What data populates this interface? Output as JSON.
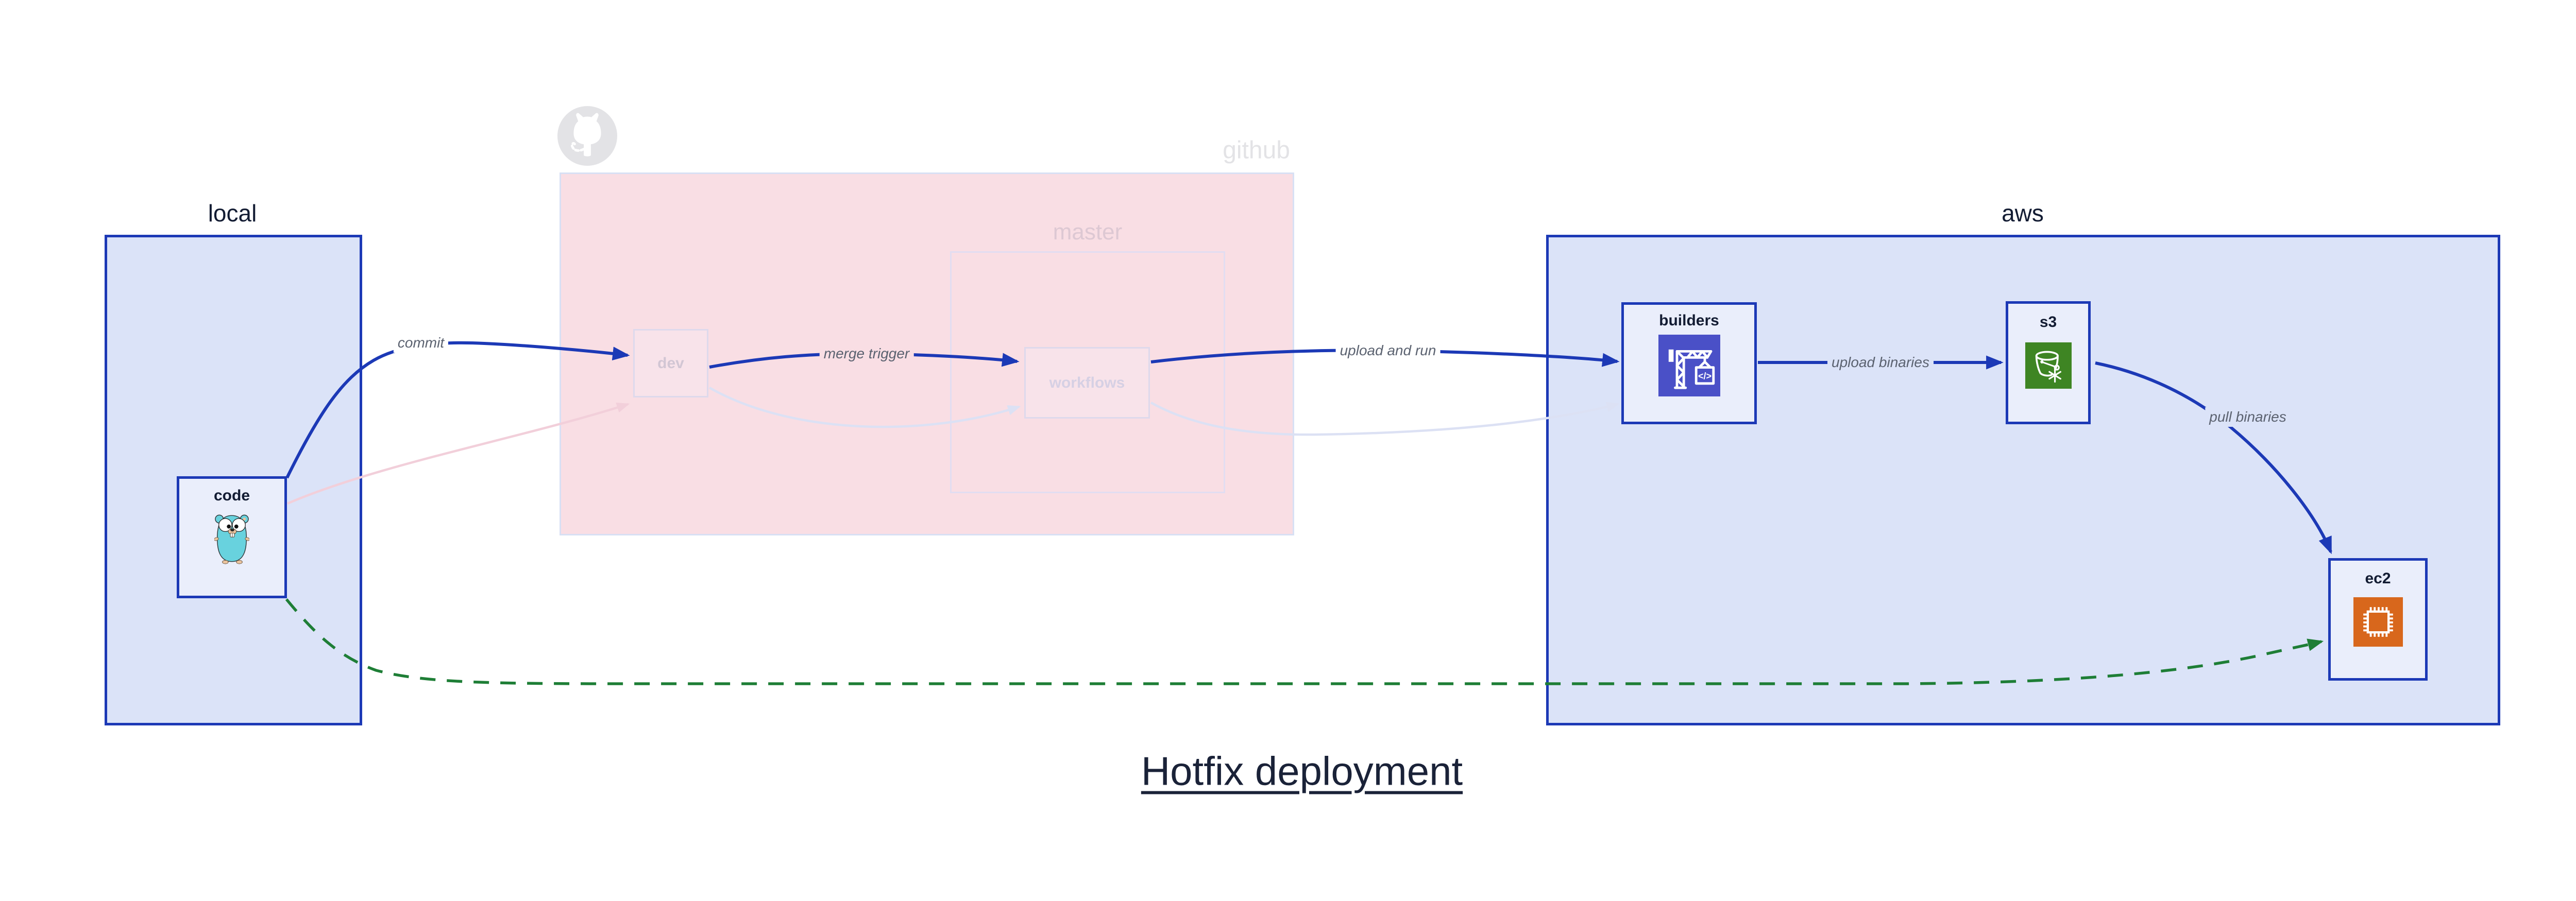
{
  "diagram": {
    "title": "Hotfix deployment"
  },
  "regions": {
    "local": {
      "label": "local"
    },
    "github": {
      "label": "github",
      "branch_label": "master"
    },
    "aws": {
      "label": "aws"
    }
  },
  "nodes": {
    "code": {
      "label": "code",
      "icon": "go-gopher-icon"
    },
    "dev": {
      "label": "dev"
    },
    "workflows": {
      "label": "workflows"
    },
    "builders": {
      "label": "builders",
      "icon": "codebuild-crane-icon"
    },
    "s3": {
      "label": "s3",
      "icon": "s3-bucket-icon"
    },
    "ec2": {
      "label": "ec2",
      "icon": "ec2-chip-icon"
    }
  },
  "edges": {
    "commit": {
      "label": "commit",
      "from": "code",
      "to": "dev",
      "style": "solid-blue"
    },
    "merge_trigger": {
      "label": "merge trigger",
      "from": "dev",
      "to": "workflows",
      "style": "solid-blue"
    },
    "upload_and_run": {
      "label": "upload and run",
      "from": "workflows",
      "to": "builders",
      "style": "solid-blue"
    },
    "upload_binaries": {
      "label": "upload binaries",
      "from": "builders",
      "to": "s3",
      "style": "solid-blue"
    },
    "pull_binaries": {
      "label": "pull binaries",
      "from": "s3",
      "to": "ec2",
      "style": "solid-blue"
    },
    "hotfix_direct": {
      "label": "",
      "from": "code",
      "to": "ec2",
      "style": "dashed-green"
    },
    "ghost_code_dev": {
      "label": "",
      "from": "code",
      "to": "dev",
      "style": "faded-pink"
    },
    "ghost_dev_workflows": {
      "label": "",
      "from": "dev",
      "to": "workflows",
      "style": "faded-lavender"
    },
    "ghost_workflows_builders": {
      "label": "",
      "from": "workflows",
      "to": "builders",
      "style": "faded-lavender"
    }
  },
  "colors": {
    "accent_blue": "#1c39b6",
    "container_fill": "#dbe3f8",
    "node_fill": "#eaeefb",
    "github_fill": "#f9dee4",
    "ghost_border": "#ded9ec",
    "green_dashed": "#1e7e36",
    "edge_label_gray": "#5b6270",
    "faded_pink_edge": "#f2cfda",
    "faded_lavender_edge": "#dce1f4",
    "github_faded_text": "#e3e3e6",
    "master_faded_text": "#ddc8d3",
    "codebuild_icon_bg": "#4a50c7",
    "s3_icon_bg": "#3e8523",
    "ec2_icon_bg": "#d8671c",
    "gopher_body": "#68d2de"
  }
}
